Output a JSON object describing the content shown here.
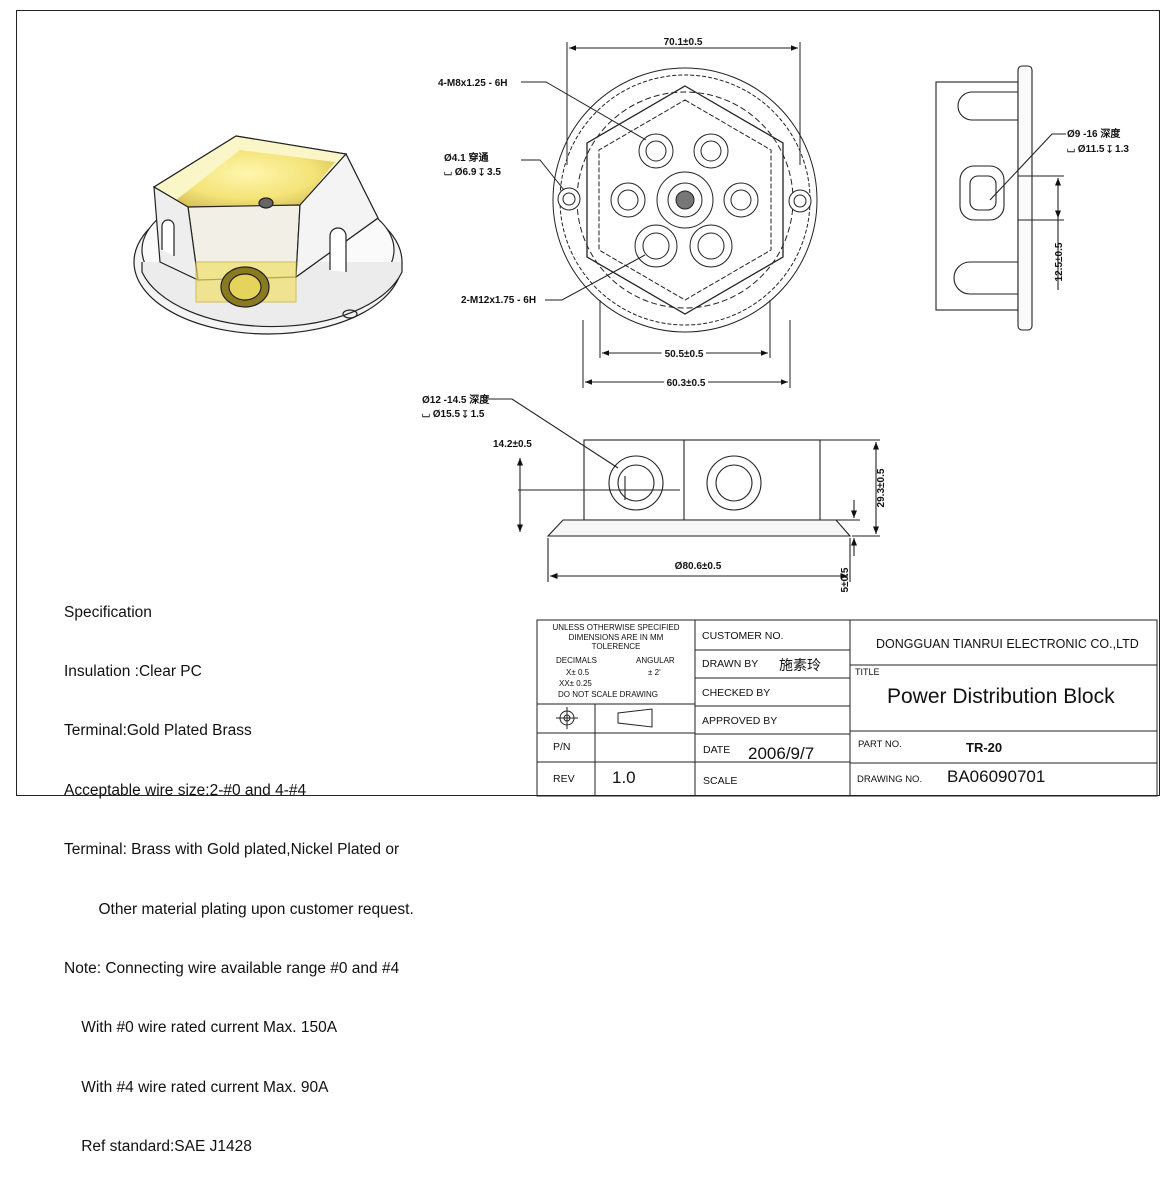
{
  "drawing": {
    "dims": {
      "d70": "70.1±0.5",
      "m8": "4-M8x1.25 - 6H",
      "hole1": "Ø4.1 穿通",
      "hole2": "⌴ Ø6.9 ↧ 3.5",
      "m12": "2-M12x1.75 - 6H",
      "d505": "50.5±0.5",
      "d603": "60.3±0.5",
      "side1": "Ø9 -16 深度",
      "side2": "⌴ Ø11.5 ↧ 1.3",
      "d125": "12.5±0.5",
      "front1": "Ø12 -14.5 深度",
      "front2": "⌴ Ø15.5 ↧ 1.5",
      "d142": "14.2±0.5",
      "d293": "29.3±0.5",
      "d806": "Ø80.6±0.5",
      "d5": "5±0.5"
    }
  },
  "specification": {
    "lines": [
      "Specification",
      "Insulation :Clear PC",
      "Terminal:Gold Plated Brass",
      "Acceptable wire size:2-#0 and 4-#4",
      "Terminal: Brass with Gold plated,Nickel Plated or",
      "        Other material plating upon customer request.",
      "Note: Connecting wire available range #0 and #4",
      "    With #0 wire rated current Max. 150A",
      "    With #4 wire rated current Max. 90A",
      "    Ref standard:SAE J1428"
    ]
  },
  "title_block": {
    "tolerance_note": "UNLESS OTHERWISE SPECIFIED\nDIMENSIONS ARE IN MM\nTOLERENCE",
    "decimals_label": "DECIMALS",
    "angular_label": "ANGULAR",
    "x_tol": "X± 0.5",
    "xx_tol": "XX± 0.25",
    "ang_tol": "±  2'",
    "no_scale": "DO NOT SCALE DRAWING",
    "pn_label": "P/N",
    "rev_label": "REV",
    "rev_value": "1.0",
    "customer_no_label": "CUSTOMER NO.",
    "drawn_by_label": "DRAWN BY",
    "drawn_by_value": "施素玲",
    "checked_by_label": "CHECKED BY",
    "approved_by_label": "APPROVED BY",
    "date_label": "DATE",
    "date_value": "2006/9/7",
    "scale_label": "SCALE",
    "company": "DONGGUAN TIANRUI ELECTRONIC CO.,LTD",
    "title_label": "TITLE",
    "title_value": "Power Distribution Block",
    "part_no_label": "PART NO.",
    "part_no_value": "TR-20",
    "drawing_no_label": "DRAWING NO.",
    "drawing_no_value": "BA06090701"
  }
}
